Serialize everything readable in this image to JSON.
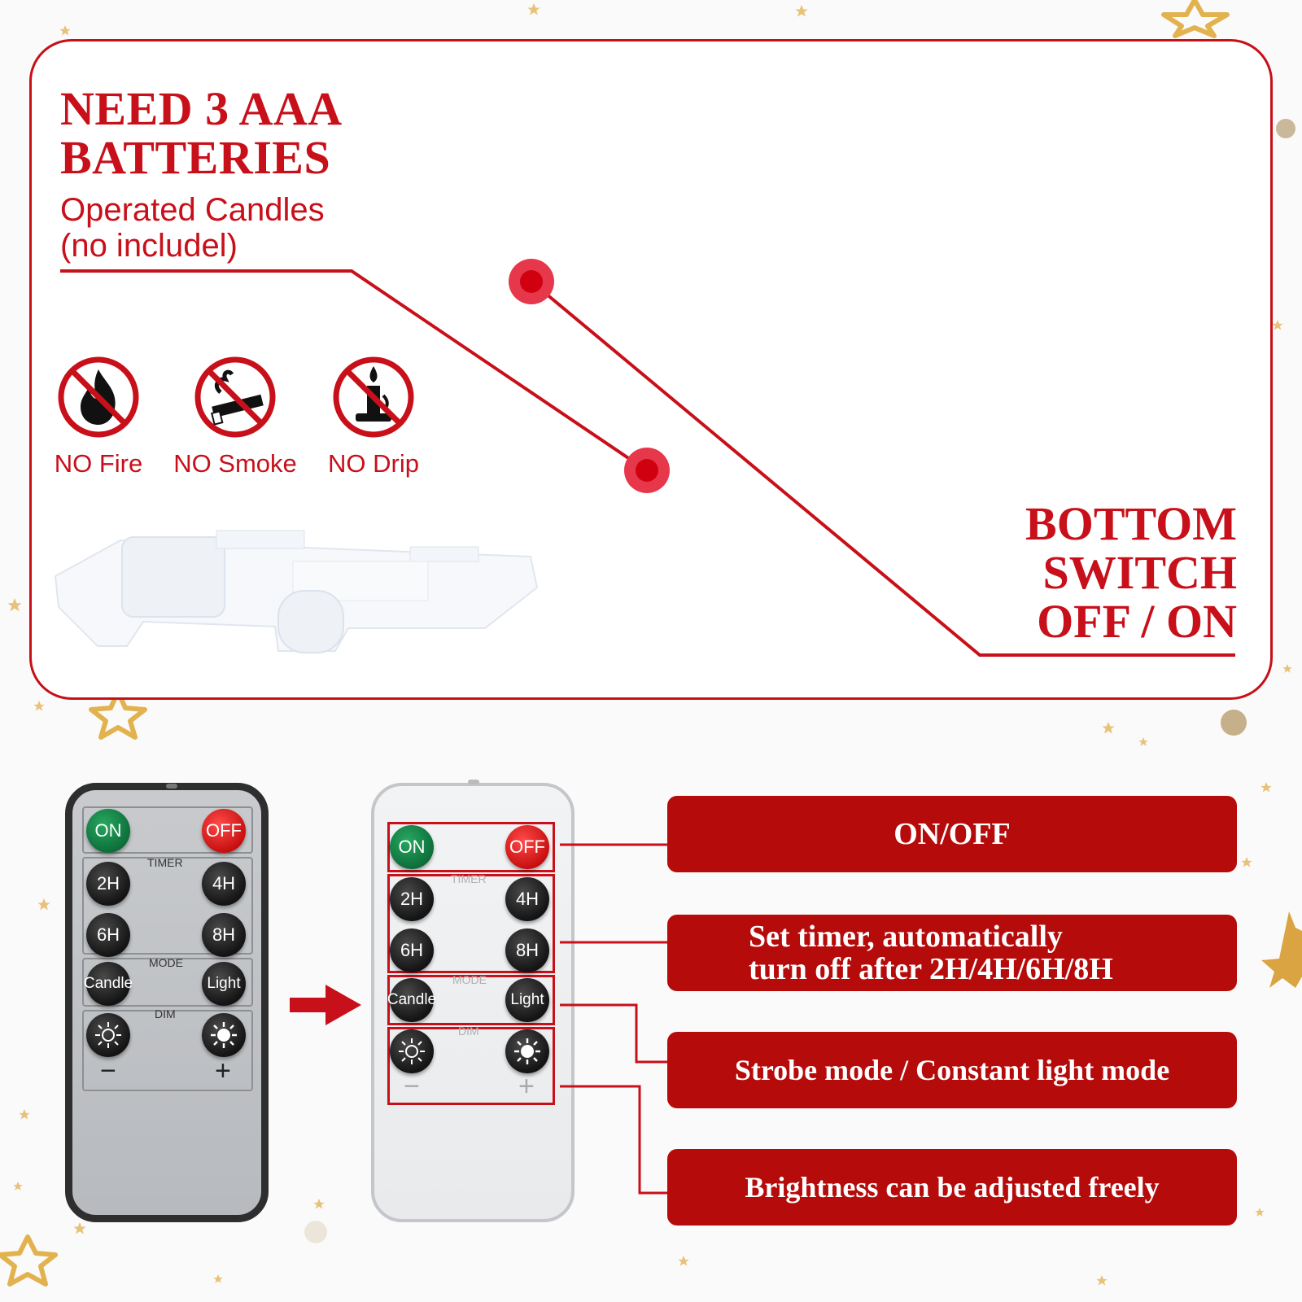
{
  "battery": {
    "title_line1": "NEED 3 AAA",
    "title_line2": "BATTERIES",
    "sub_line1": "Operated Candles",
    "sub_line2": "(no includel)"
  },
  "warnings": [
    {
      "icon": "no-fire-icon",
      "label": "NO Fire"
    },
    {
      "icon": "no-smoke-icon",
      "label": "NO Smoke"
    },
    {
      "icon": "no-drip-icon",
      "label": "NO Drip"
    }
  ],
  "switch": {
    "line1": "BOTTOM",
    "line2": "SWITCH",
    "line3": "OFF / ON"
  },
  "remote": {
    "on": "ON",
    "off": "OFF",
    "timer_label": "TIMER",
    "mode_label": "MODE",
    "dim_label": "DIM",
    "t2": "2H",
    "t4": "4H",
    "t6": "6H",
    "t8": "8H",
    "candle": "Candle",
    "light": "Light",
    "minus": "−",
    "plus": "+"
  },
  "features": {
    "onoff": "ON/OFF",
    "timer_line1": "Set timer, automatically",
    "timer_line2": "turn off after 2H/4H/6H/8H",
    "mode": "Strobe mode / Constant light mode",
    "dim": "Brightness can be adjusted freely"
  },
  "colors": {
    "accent_red": "#c8101a",
    "banner_red": "#b60b0b",
    "on_green": "#0c6b38",
    "off_red": "#c40c0c",
    "star_gold": "#e2b24f"
  }
}
